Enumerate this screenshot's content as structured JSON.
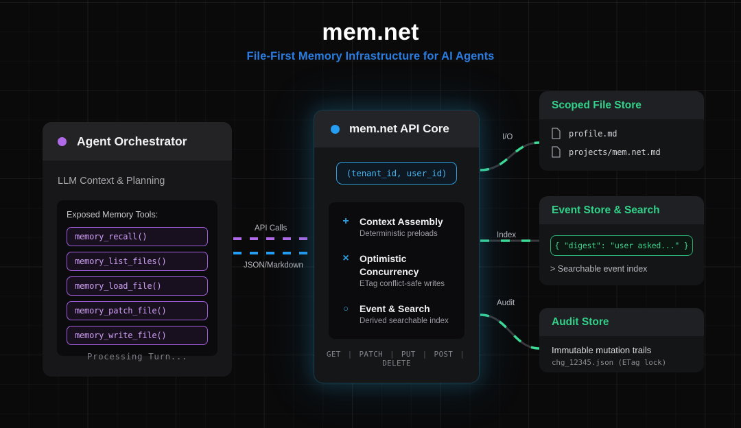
{
  "header": {
    "title": "mem.net",
    "subtitle": "File-First Memory Infrastructure for AI Agents",
    "title_color": "#ffffff",
    "subtitle_color": "#2a7ce0"
  },
  "agent": {
    "dot_icon": "status-dot",
    "dot_color": "#b06ae8",
    "title": "Agent Orchestrator",
    "subtitle": "LLM Context & Planning",
    "tools_label": "Exposed Memory Tools:",
    "tools": [
      "memory_recall()",
      "memory_list_files()",
      "memory_load_file()",
      "memory_patch_file()",
      "memory_write_file()"
    ],
    "status": "Processing Turn...",
    "accent": "#a45fe0"
  },
  "core": {
    "dot_icon": "status-dot",
    "dot_color": "#249df2",
    "title": "mem.net API Core",
    "scope_chip": "(tenant_id, user_id)",
    "accent": "#2f9fe0",
    "features": [
      {
        "icon": "plus-icon",
        "glyph": "+",
        "title": "Context Assembly",
        "subtitle": "Deterministic preloads"
      },
      {
        "icon": "cross-icon",
        "glyph": "×",
        "title": "Optimistic Concurrency",
        "subtitle": "ETag conflict-safe writes"
      },
      {
        "icon": "circle-outline-icon",
        "glyph": "○",
        "title": "Event & Search",
        "subtitle": "Derived searchable index"
      }
    ],
    "verbs": [
      "GET",
      "PATCH",
      "PUT",
      "POST",
      "DELETE"
    ],
    "verb_separator": "|"
  },
  "stores": {
    "accent": "#32d18a",
    "files": {
      "title": "Scoped File Store",
      "items": [
        {
          "icon": "document-icon",
          "name": "profile.md"
        },
        {
          "icon": "document-icon",
          "name": "projects/mem.net.md"
        }
      ]
    },
    "events": {
      "title": "Event Store & Search",
      "digest": "{ \"digest\": \"user asked...\" }",
      "note": "> Searchable event index"
    },
    "audit": {
      "title": "Audit Store",
      "line1": "Immutable mutation trails",
      "line2": "chg_12345.json (ETag lock)"
    }
  },
  "connectors": [
    {
      "id": "api-calls",
      "label": "API Calls",
      "color": "#b06ae8",
      "style": "dashed-straight"
    },
    {
      "id": "json-markdown",
      "label": "JSON/Markdown",
      "color": "#249df2",
      "style": "dashed-straight"
    },
    {
      "id": "io",
      "label": "I/O",
      "color": "#3ddc97",
      "style": "dashed-curve"
    },
    {
      "id": "index",
      "label": "Index",
      "color": "#3ddc97",
      "style": "dashed-straight"
    },
    {
      "id": "audit",
      "label": "Audit",
      "color": "#3ddc97",
      "style": "dashed-curve"
    }
  ]
}
